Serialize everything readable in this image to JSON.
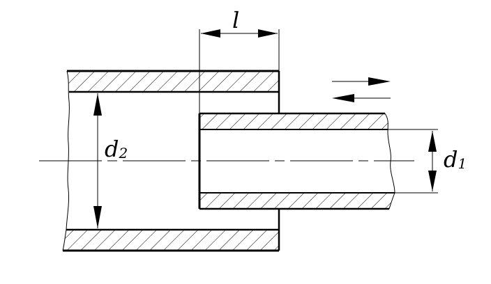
{
  "labels": {
    "length": "l",
    "inner_diameter": "d",
    "inner_diameter_sub": "1",
    "outer_diameter": "d",
    "outer_diameter_sub": "2"
  },
  "colors": {
    "line": "#000000",
    "background": "#ffffff"
  }
}
